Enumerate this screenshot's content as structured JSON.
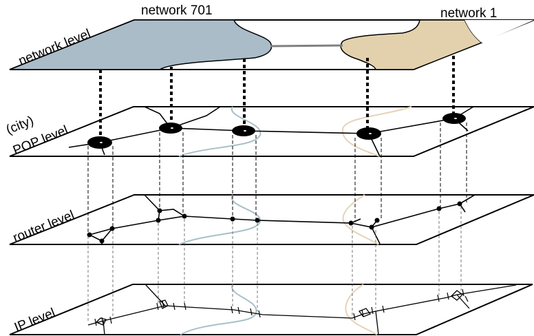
{
  "labels": {
    "network_701": "network 701",
    "network_1": "network 1",
    "network_level": "network level",
    "city": "(city)",
    "pop_level": "POP level",
    "router_level": "router level",
    "ip_level": "IP level"
  },
  "colors": {
    "network_701_fill": "#a9bcc8",
    "network_1_fill": "#e3d1ad",
    "peering_link": "#808080",
    "boundary_701": "#a9c0c8",
    "boundary_1": "#e6d3b8"
  }
}
